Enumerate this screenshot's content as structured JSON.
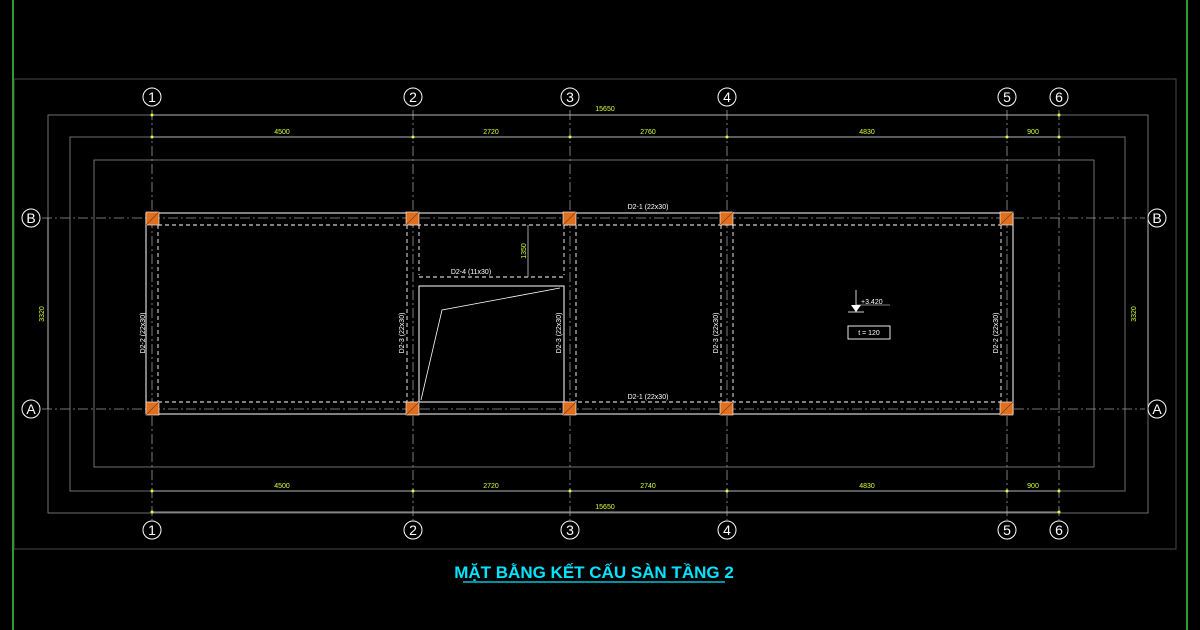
{
  "title": "MẶT BẰNG KẾT CẤU SÀN TẦNG 2",
  "grid_cols": [
    "1",
    "2",
    "3",
    "4",
    "5",
    "6"
  ],
  "grid_rows": [
    "B",
    "A"
  ],
  "dims_top": [
    "4500",
    "2720",
    "2760",
    "4830",
    "900"
  ],
  "dims_bottom": [
    "4500",
    "2720",
    "2740",
    "4830",
    "900"
  ],
  "dim_total_top": "15650",
  "dim_total_bottom": "15650",
  "dim_side_left": "3320",
  "dim_side_right": "3320",
  "dim_stair": "1350",
  "beams": {
    "top_main": "D2-1 (22x30)",
    "bottom_main": "D2-1 (22x30)",
    "stair": "D2-4 (11x30)",
    "col1": "D2-2 (22x30)",
    "col2": "D2-3 (22x30)",
    "col3": "D2-3 (22x30)",
    "col4": "D2-3 (22x30)",
    "col5": "D2-2 (22x30)"
  },
  "level_mark": "+3.420",
  "slab_thickness": "t = 120",
  "colors": {
    "background": "#000000",
    "dimension": "#d8ff3a",
    "title": "#00e5ff",
    "column": "#e07020",
    "frame_green": "#3cd23c",
    "line": "#ffffff"
  }
}
